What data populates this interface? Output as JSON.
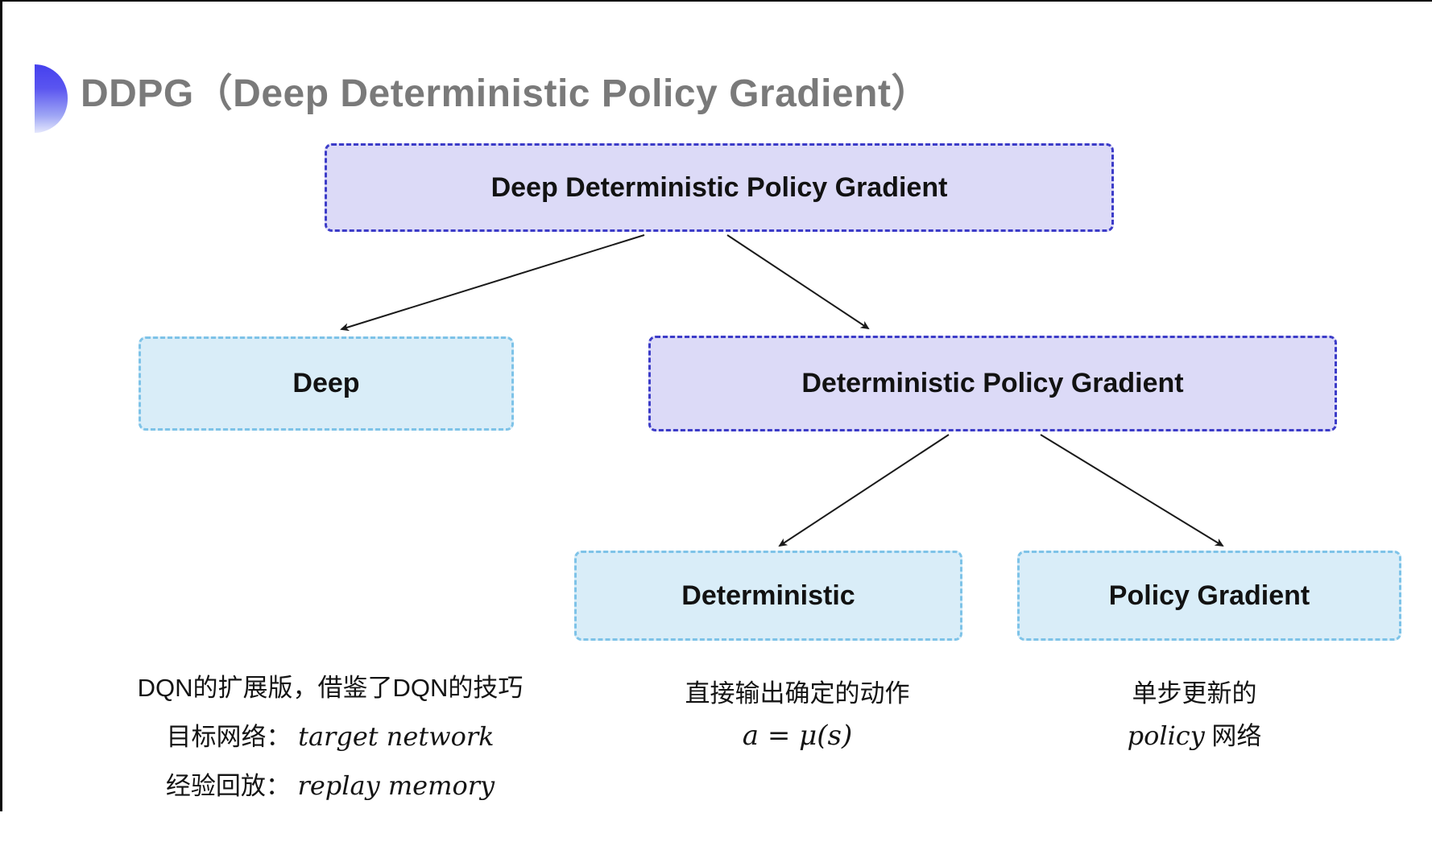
{
  "title": "DDPG（Deep Deterministic Policy Gradient）",
  "diagram": {
    "root": "Deep Deterministic Policy Gradient",
    "deep": "Deep",
    "dpg": "Deterministic Policy Gradient",
    "deterministic": "Deterministic",
    "policy_gradient": "Policy Gradient"
  },
  "notes": {
    "deep": {
      "line1": "DQN的扩展版，借鉴了DQN的技巧",
      "line2_label": "目标网络：",
      "line2_value": "target network",
      "line3_label": "经验回放：",
      "line3_value": "replay memory"
    },
    "deterministic": {
      "line1": "直接输出确定的动作",
      "formula": "a = μ(s)"
    },
    "policy_gradient": {
      "line1": "单步更新的",
      "line2_italic": "policy",
      "line2_rest": " 网络"
    }
  },
  "colors": {
    "purple_fill": "#dcdaf7",
    "purple_border": "#3c3cc8",
    "cyan_fill": "#d9edf8",
    "cyan_border": "#7ec3e8",
    "title_gray": "#7a7a7a",
    "arrow": "#1a1a1a"
  }
}
